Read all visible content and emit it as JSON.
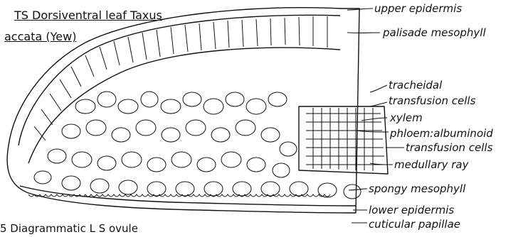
{
  "figure": {
    "title_line1": "TS Dorsiventral leaf Taxus",
    "title_line2": "accata (Yew)",
    "caption_fragment": "5 Diagrammatic L S ovule"
  },
  "labels": {
    "upper_epidermis": "upper epidermis",
    "palisade_mesophyll": "palisade mesophyll",
    "tracheidal": "tracheidal",
    "transfusion_cells_upper": "transfusion cells",
    "xylem": "xylem",
    "phloem_albuminoid": "phloem:albuminoid",
    "transfusion_cells_lower": "transfusion cells",
    "medullary_ray": "medullary ray",
    "spongy_mesophyll": "spongy mesophyll",
    "lower_epidermis": "lower epidermis",
    "cuticular_papillae": "cuticular papillae"
  },
  "colors": {
    "ink": "#111111",
    "paper": "#ffffff"
  }
}
